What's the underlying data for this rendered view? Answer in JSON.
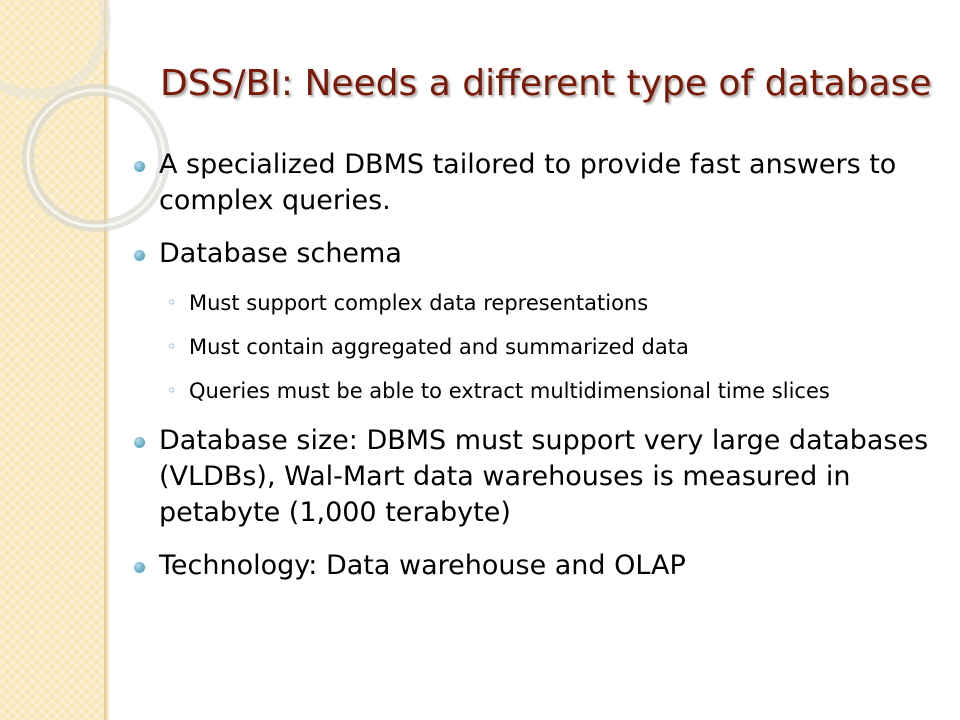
{
  "slide": {
    "title": "DSS/BI: Needs a different type of database",
    "bullets": [
      {
        "text": "A specialized DBMS tailored to provide fast answers to complex queries."
      },
      {
        "text": "Database schema",
        "sub": [
          "Must support complex data representations",
          "Must contain aggregated and summarized data",
          "Queries must be able to extract multidimensional time slices"
        ]
      },
      {
        "text": "Database size: DBMS must support very large databases (VLDBs), Wal-Mart data warehouses is measured in petabyte (1,000 terabyte)"
      },
      {
        "text": "Technology: Data warehouse and OLAP"
      }
    ],
    "icons": {
      "bullet_l1": "filled-circle-bullet-icon",
      "bullet_l2": "hollow-circle-bullet-icon"
    }
  },
  "theme": {
    "title_color": "#7a1a06",
    "text_color": "#000000",
    "sidebar_color": "#f8e7b9",
    "bullet_color": "#5aa5c2"
  }
}
